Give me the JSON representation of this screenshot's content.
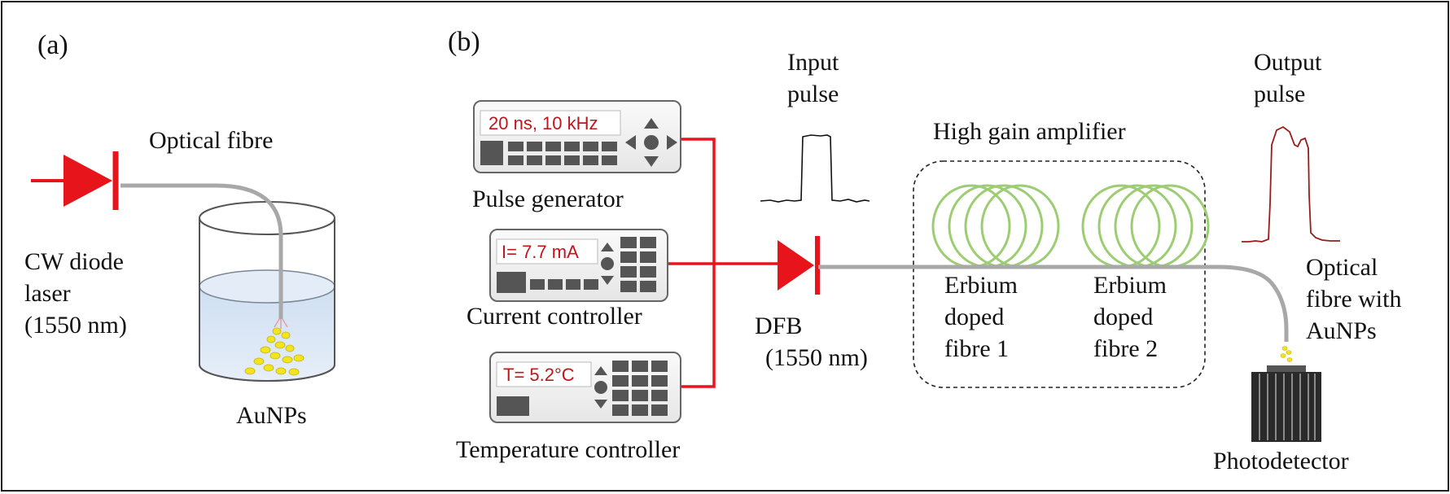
{
  "panel_a": {
    "label": "(a)",
    "fibre_label": "Optical fibre",
    "laser_label_lines": [
      "CW diode",
      "laser",
      "(1550 nm)"
    ],
    "sample_label": "AuNPs"
  },
  "panel_b": {
    "label": "(b)",
    "pulse_generator": {
      "display": "20 ns, 10 kHz",
      "label": "Pulse generator"
    },
    "current_controller": {
      "display": "I= 7.7 mA",
      "label": "Current controller"
    },
    "temperature_controller": {
      "display": "T= 5.2°C",
      "label": "Temperature controller"
    },
    "input_pulse_lines": [
      "Input",
      "pulse"
    ],
    "output_pulse_lines": [
      "Output",
      "pulse"
    ],
    "dfb_lines": [
      "DFB",
      "(1550 nm)"
    ],
    "amplifier_label": "High gain amplifier",
    "edf1_lines": [
      "Erbium",
      "doped",
      "fibre 1"
    ],
    "edf2_lines": [
      "Erbium",
      "doped",
      "fibre 2"
    ],
    "fibre_np_lines": [
      "Optical",
      "fibre with",
      "AuNPs"
    ],
    "detector_label": "Photodetector"
  },
  "colors": {
    "accent_red": "#e8141b",
    "display_text": "#c0161b",
    "coil_green": "#9ccd72",
    "fibre_gray": "#a8a8a8",
    "nanoparticle_yellow": "#f2e520",
    "water_blue": "#dbe7f5",
    "detector_black": "#2a2a2a"
  }
}
